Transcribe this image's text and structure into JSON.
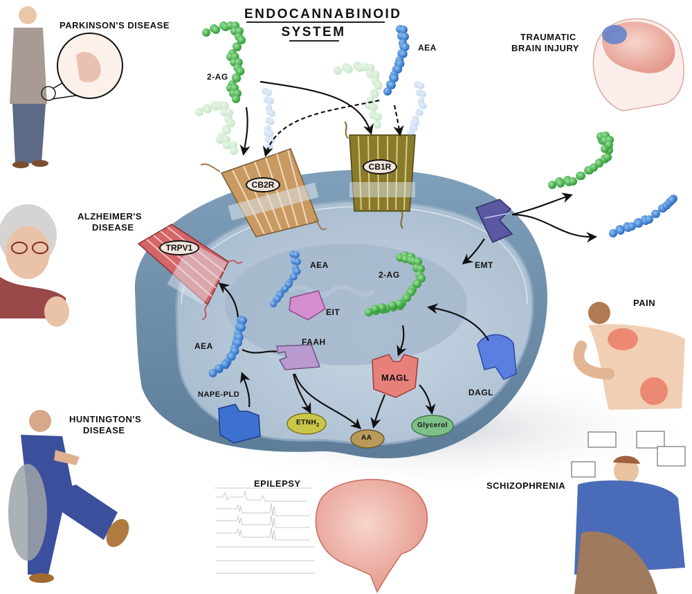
{
  "title": {
    "line1": "ENDOCANNABINOID",
    "line2": "SYSTEM"
  },
  "diseases": {
    "parkinsons": "PARKINSON'S DISEASE",
    "alzheimers_1": "ALZHEIMER'S",
    "alzheimers_2": "DISEASE",
    "huntingtons_1": "HUNTINGTON'S",
    "huntingtons_2": "DISEASE",
    "tbi_1": "TRAUMATIC",
    "tbi_2": "BRAIN INJURY",
    "pain": "PAIN",
    "epilepsy": "EPILEPSY",
    "schizophrenia": "SCHIZOPHRENIA"
  },
  "receptors": {
    "cb2r": "CB2R",
    "cb1r": "CB1R",
    "trpv1": "TRPV1"
  },
  "molecules": {
    "two_ag_top": "2-AG",
    "aea_top": "AEA",
    "aea_nucleus": "AEA",
    "two_ag_nucleus": "2-AG",
    "aea_left": "AEA"
  },
  "enzymes": {
    "eit": "EIT",
    "faah": "FAAH",
    "magl": "MAGL",
    "dagl": "DAGL",
    "nape_pld": "NAPE-PLD",
    "emt": "EMT"
  },
  "products": {
    "etnh2": "ETNH",
    "etnh2_sub": "2",
    "aa": "AA",
    "glycerol": "Glycerol"
  },
  "colors": {
    "two_ag": "#3fae3f",
    "aea": "#3b7fd4",
    "cell": "#b9cbdb",
    "nucleus": "#a9bccf",
    "cb2r": "#c89a62",
    "cb1r": "#8a7a2a",
    "trpv1": "#d4666a",
    "magl": "#e8807a",
    "faah": "#b89ad0",
    "dagl": "#5b7fe0",
    "emt": "#5a58a0"
  }
}
